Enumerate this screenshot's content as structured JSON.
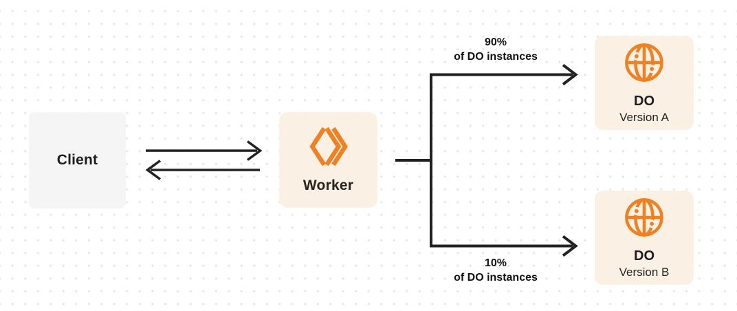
{
  "diagram": {
    "nodes": {
      "client": {
        "label": "Client"
      },
      "worker": {
        "label": "Worker"
      },
      "do_version_a": {
        "title": "DO",
        "subtitle": "Version A"
      },
      "do_version_b": {
        "title": "DO",
        "subtitle": "Version B"
      }
    },
    "edges": {
      "top_branch": {
        "percent": "90%",
        "caption": "of DO instances"
      },
      "bottom_branch": {
        "percent": "10%",
        "caption": "of DO instances"
      }
    },
    "icons": {
      "worker": "workers-chevrons-icon",
      "durable_object": "globe-circuit-icon"
    },
    "colors": {
      "accent_orange": "#EE8123",
      "card_cream": "#FAF1E4",
      "client_gray": "#F5F5F6",
      "line_dark": "#212121",
      "dot_grid": "#E9E9E9"
    }
  }
}
